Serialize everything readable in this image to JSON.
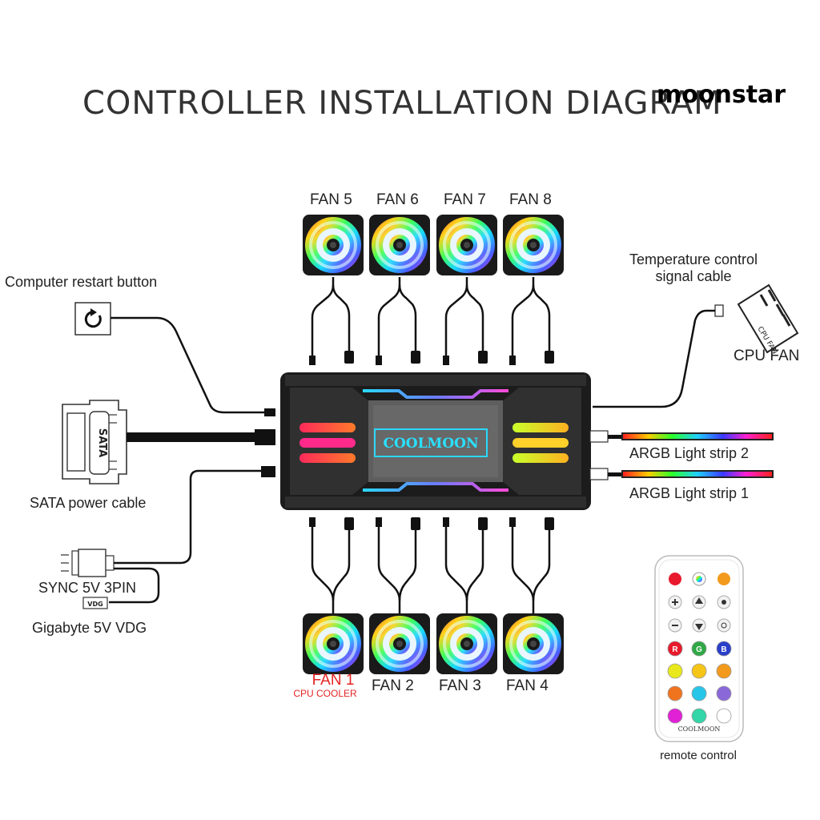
{
  "title": "CONTROLLER INSTALLATION DIAGRAM",
  "watermark": "moonstar",
  "controller_logo": "COOLMOON",
  "fans_top": [
    {
      "label": "FAN 5"
    },
    {
      "label": "FAN 6"
    },
    {
      "label": "FAN 7"
    },
    {
      "label": "FAN 8"
    }
  ],
  "fans_bottom": [
    {
      "label": "FAN 1",
      "sublabel": "CPU COOLER",
      "highlight": true
    },
    {
      "label": "FAN 2"
    },
    {
      "label": "FAN 3"
    },
    {
      "label": "FAN 4"
    }
  ],
  "left_labels": {
    "restart": "Computer restart button",
    "sata_plug": "SATA",
    "sata": "SATA power cable",
    "sync": "SYNC 5V 3PIN",
    "vdg_plug": "VDG",
    "vdg": "Gigabyte 5V VDG"
  },
  "right_labels": {
    "temp_line1": "Temperature control",
    "temp_line2": "signal cable",
    "cpu_plug": "CPU FAN",
    "cpu_fan": "CPU FAN",
    "strip2": "ARGB Light strip 2",
    "strip1": "ARGB Light strip 1"
  },
  "remote": {
    "label": "remote control",
    "brand": "COOLMOON",
    "color_buttons": [
      "#e8192c",
      "#2fa845",
      "#2a3fc9",
      "#e8e81a",
      "#f5c518",
      "#f39a1c",
      "#f0741e",
      "#27c6e8",
      "#8a68d8",
      "#e021d6",
      "#32d6a8",
      "#ffffff"
    ],
    "color_letters": [
      "R",
      "G",
      "B"
    ]
  },
  "colors": {
    "accent_red": "#e32424",
    "cable": "#111111",
    "controller_body": "#1c1c1c"
  }
}
